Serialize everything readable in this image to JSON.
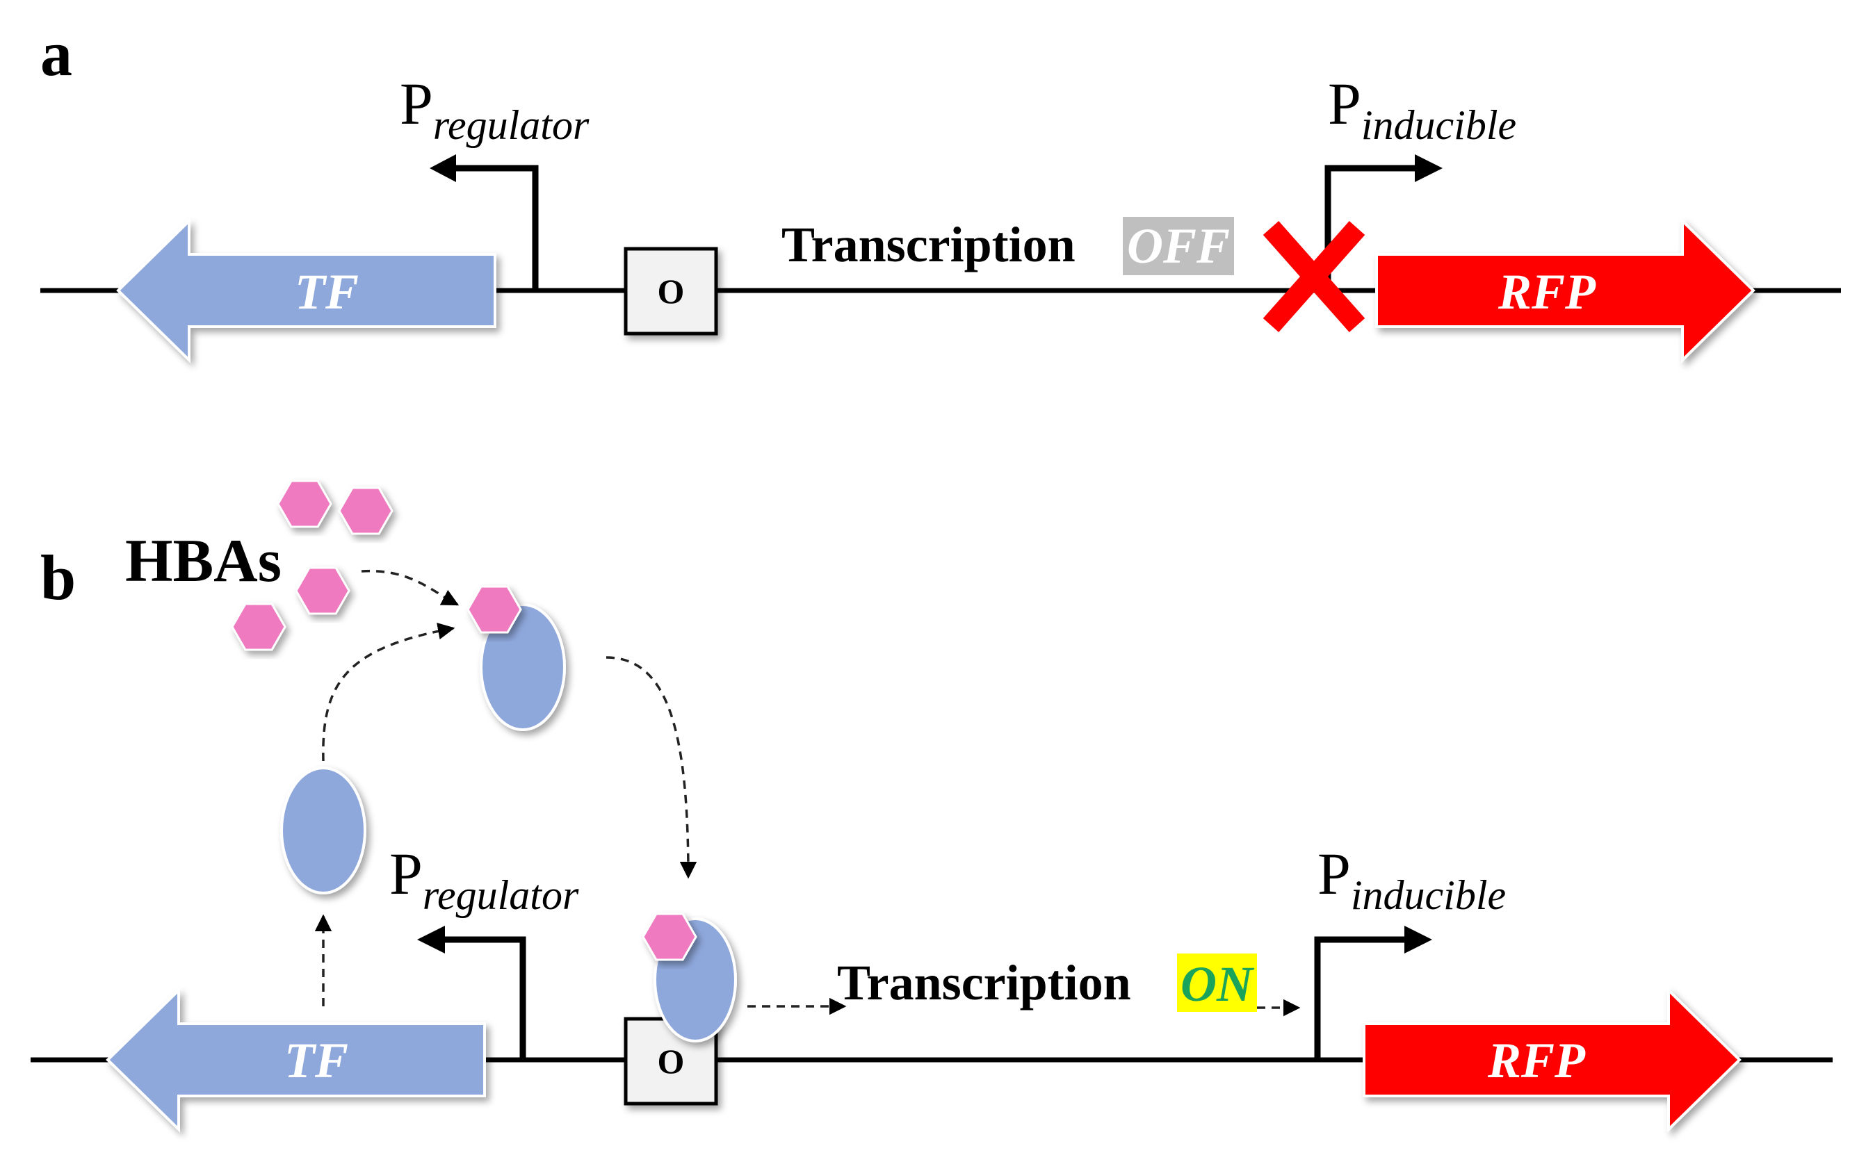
{
  "panels": {
    "a": {
      "label": "a",
      "promoter_regulator": {
        "main": "P",
        "sub": "regulator"
      },
      "promoter_inducible": {
        "main": "P",
        "sub": "inducible"
      },
      "tf_gene": "TF",
      "operator": "O",
      "reporter_gene": "RFP",
      "transcription_text": "Transcription",
      "state": "OFF"
    },
    "b": {
      "label": "b",
      "ligand_label": "HBAs",
      "promoter_regulator": {
        "main": "P",
        "sub": "regulator"
      },
      "promoter_inducible": {
        "main": "P",
        "sub": "inducible"
      },
      "tf_gene": "TF",
      "operator": "O",
      "reporter_gene": "RFP",
      "transcription_text": "Transcription",
      "state": "ON"
    }
  },
  "colors": {
    "tf_arrow": "#8fa8dc",
    "tf_protein": "#8fa8dc",
    "rfp_arrow": "#ff0000",
    "ligand": "#f07ac0",
    "off_highlight": "#bfbfbf",
    "on_highlight": "#ffff00",
    "on_text": "#1aa35a",
    "block_cross": "#ff0000",
    "operator_fill": "#f2f2f2"
  },
  "icons": {
    "block": "red-x-cross",
    "ligand": "pink-hexagon",
    "protein": "blue-ellipse"
  }
}
